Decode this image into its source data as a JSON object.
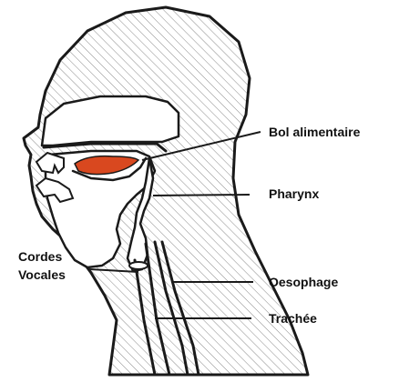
{
  "labels": {
    "bol": "Bol alimentaire",
    "pharynx": "Pharynx",
    "cordes_line1": "Cordes",
    "cordes_line2": "Vocales",
    "oesophage": "Oesophage",
    "trachee": "Trachée"
  },
  "colors": {
    "outline": "#1a1a1a",
    "hatch": "#8a8a8a",
    "bolus": "#d9481f",
    "background": "#ffffff"
  }
}
